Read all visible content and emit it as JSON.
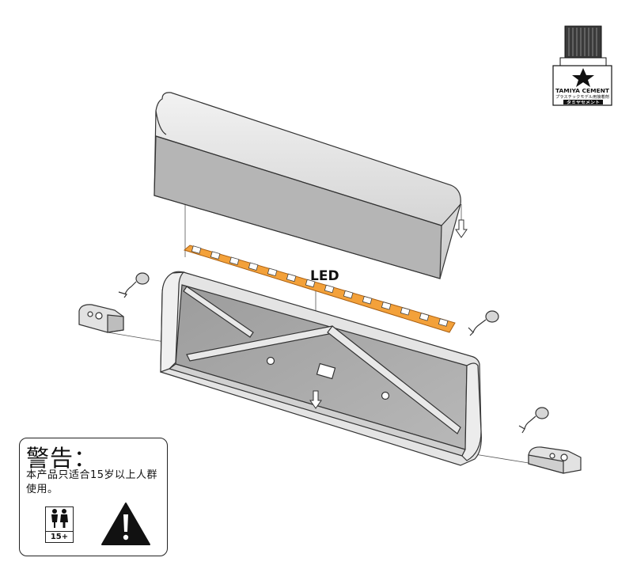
{
  "labels": {
    "led": "LED"
  },
  "warning": {
    "title": "警告：",
    "text": "本产品只适合15岁以上人群使用。",
    "age_badge": "15+"
  },
  "cement": {
    "brand": "TAMIYA CEMENT",
    "small_text": "プラスチックモデル用接着剤",
    "bottom_text": "タミヤセメント"
  },
  "colors": {
    "led_strip": "#f3a13a",
    "led_chip": "#ffffff",
    "part_fill": "#d9d9d9",
    "panel_fill": "#ababab",
    "line": "#333333"
  },
  "icons": [
    "tamiya-cement-bottle-icon",
    "people-age-icon",
    "warning-triangle-icon"
  ]
}
